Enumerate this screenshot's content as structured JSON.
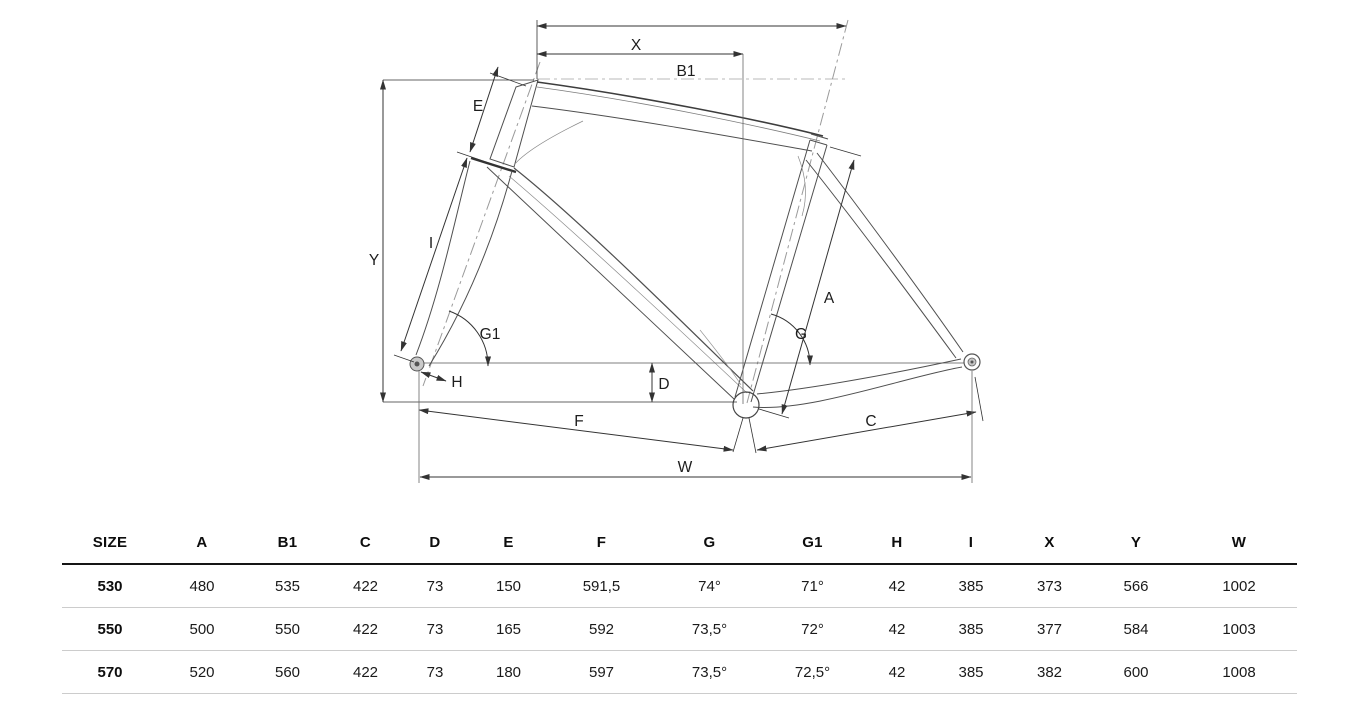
{
  "diagram": {
    "labels": {
      "x": "X",
      "b1": "B1",
      "e": "E",
      "y": "Y",
      "i": "I",
      "g1": "G1",
      "h": "H",
      "d": "D",
      "f": "F",
      "w": "W",
      "a": "A",
      "g": "G",
      "c": "C"
    }
  },
  "table": {
    "headers": [
      "SIZE",
      "A",
      "B1",
      "C",
      "D",
      "E",
      "F",
      "G",
      "G1",
      "H",
      "I",
      "X",
      "Y",
      "W"
    ],
    "rows": [
      {
        "size": "530",
        "a": "480",
        "b1": "535",
        "c": "422",
        "d": "73",
        "e": "150",
        "f": "591,5",
        "g": "74°",
        "g1": "71°",
        "h": "42",
        "i": "385",
        "x": "373",
        "y": "566",
        "w": "1002"
      },
      {
        "size": "550",
        "a": "500",
        "b1": "550",
        "c": "422",
        "d": "73",
        "e": "165",
        "f": "592",
        "g": "73,5°",
        "g1": "72°",
        "h": "42",
        "i": "385",
        "x": "377",
        "y": "584",
        "w": "1003"
      },
      {
        "size": "570",
        "a": "520",
        "b1": "560",
        "c": "422",
        "d": "73",
        "e": "180",
        "f": "597",
        "g": "73,5°",
        "g1": "72,5°",
        "h": "42",
        "i": "385",
        "x": "382",
        "y": "600",
        "w": "1008"
      }
    ]
  },
  "colors": {
    "dimension_line": "#333333",
    "frame_line": "#4f4f4f",
    "centerline": "#a8a8a8",
    "header_rule": "#151515",
    "row_rule": "#cccccc"
  }
}
